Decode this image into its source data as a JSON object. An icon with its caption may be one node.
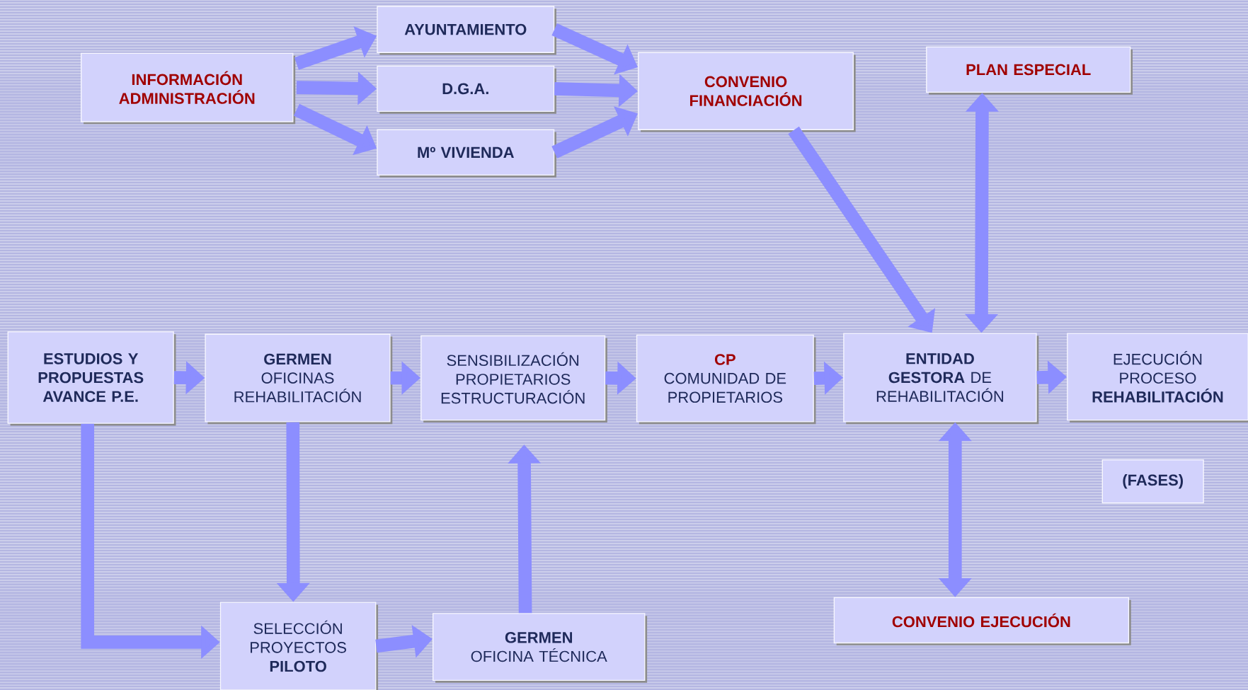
{
  "diagram": {
    "nodes": [
      {
        "text": [
          "INFORMACIÓN ADMINISTRACIÓN"
        ]
      },
      {
        "text": [
          "AYUNTAMIENTO"
        ]
      },
      {
        "text": [
          "D.G.A."
        ]
      },
      {
        "text": [
          "Mº VIVIENDA"
        ]
      },
      {
        "text": [
          "CONVENIO FINANCIACIÓN"
        ]
      },
      {
        "text": [
          "PLAN ESPECIAL"
        ]
      },
      {
        "text": [
          "ESTUDIOS Y PROPUESTAS AVANCE P.E."
        ]
      },
      {
        "text": [
          "GERMEN",
          "OFICINAS REHABILITACIÓN"
        ]
      },
      {
        "text": [
          "SENSIBILIZACIÓN PROPIETARIOS ESTRUCTURACIÓN"
        ]
      },
      {
        "text": [
          "CP",
          "COMUNIDAD DE PROPIETARIOS"
        ]
      },
      {
        "text": [
          "**ENTIDAD GESTORA** DE REHABILITACIÓN"
        ]
      },
      {
        "text": [
          "EJECUCIÓN PROCESO **REHABILITACIÓN**"
        ]
      },
      {
        "text": [
          "(FASES)"
        ]
      },
      {
        "text": [
          "SELECCIÓN PROYECTOS **PILOTO**"
        ]
      },
      {
        "text": [
          "GERMEN",
          "OFICINA TÉCNICA"
        ]
      },
      {
        "text": [
          "CONVENIO EJECUCIÓN"
        ]
      }
    ],
    "edges": [
      {
        "from": 0,
        "to": 1,
        "arrow": "to"
      },
      {
        "from": 0,
        "to": 2,
        "arrow": "to"
      },
      {
        "from": 0,
        "to": 3,
        "arrow": "to"
      },
      {
        "from": 1,
        "to": 4,
        "arrow": "to"
      },
      {
        "from": 2,
        "to": 4,
        "arrow": "to"
      },
      {
        "from": 3,
        "to": 4,
        "arrow": "to"
      },
      {
        "from": 4,
        "to": 10,
        "arrow": "to"
      },
      {
        "from": 10,
        "to": 5,
        "arrow": "both"
      },
      {
        "from": 6,
        "to": 7,
        "arrow": "to"
      },
      {
        "from": 7,
        "to": 8,
        "arrow": "to"
      },
      {
        "from": 8,
        "to": 9,
        "arrow": "to"
      },
      {
        "from": 9,
        "to": 10,
        "arrow": "to"
      },
      {
        "from": 10,
        "to": 11,
        "arrow": "to"
      },
      {
        "from": 6,
        "to": 13,
        "arrow": "to"
      },
      {
        "from": 7,
        "to": 13,
        "arrow": "to"
      },
      {
        "from": 13,
        "to": 14,
        "arrow": "to"
      },
      {
        "from": 14,
        "to": 8,
        "arrow": "to"
      },
      {
        "from": 10,
        "to": 15,
        "arrow": "both"
      }
    ]
  }
}
